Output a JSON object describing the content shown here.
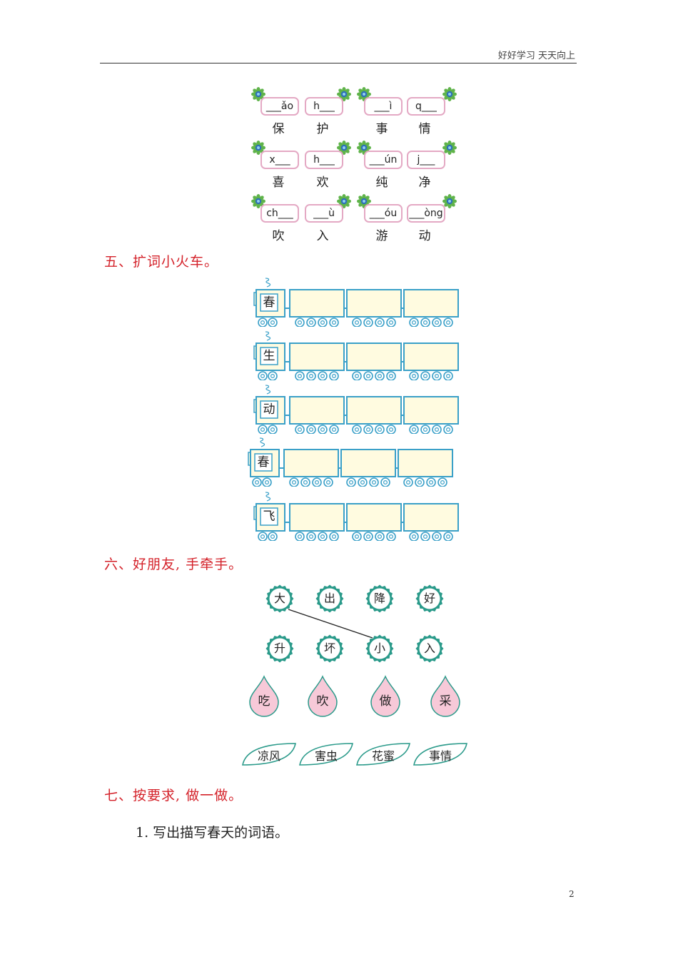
{
  "header": {
    "text": "好好学习 天天向上"
  },
  "pinyin_rows": [
    {
      "items": [
        {
          "pinyin": "___ǎo",
          "char": "保"
        },
        {
          "pinyin": "h___",
          "char": "护"
        },
        {
          "pinyin": "___ì",
          "char": "事"
        },
        {
          "pinyin": "q___",
          "char": "情"
        }
      ]
    },
    {
      "items": [
        {
          "pinyin": "x___",
          "char": "喜"
        },
        {
          "pinyin": "h___",
          "char": "欢"
        },
        {
          "pinyin": "___ún",
          "char": "纯"
        },
        {
          "pinyin": "j___",
          "char": "净"
        }
      ]
    },
    {
      "items": [
        {
          "pinyin": "ch___",
          "char": "吹"
        },
        {
          "pinyin": "___ù",
          "char": "入"
        },
        {
          "pinyin": "___óu",
          "char": "游"
        },
        {
          "pinyin": "___òng",
          "char": "动"
        }
      ]
    }
  ],
  "section5": {
    "title": "五、扩词小火车。"
  },
  "trains": [
    {
      "char": "春"
    },
    {
      "char": "生"
    },
    {
      "char": "动"
    },
    {
      "char": "春"
    },
    {
      "char": "飞"
    }
  ],
  "section6": {
    "title": "六、好朋友, 手牵手。"
  },
  "match": {
    "top_row": [
      "大",
      "出",
      "降",
      "好"
    ],
    "second_row": [
      "升",
      "坏",
      "小",
      "入"
    ],
    "drops": [
      "吃",
      "吹",
      "做",
      "采"
    ],
    "leaves": [
      "凉风",
      "害虫",
      "花蜜",
      "事情"
    ]
  },
  "section7": {
    "title": "七、按要求, 做一做。",
    "task1": "1. 写出描写春天的词语。"
  },
  "page_number": "2",
  "colors": {
    "section_title": "#d4222a",
    "pinyin_border": "#e4a9c4",
    "train_blue": "#3aa0c8",
    "train_fill": "#fffbe0",
    "drop_fill": "#f7c9d8",
    "seal_green": "#2a9a8a"
  }
}
